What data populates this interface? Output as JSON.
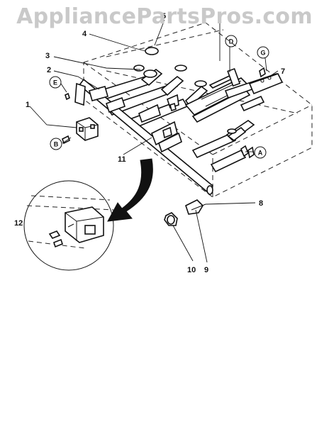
{
  "watermark": {
    "text": "AppliancePartsPros.com"
  },
  "callouts": {
    "c1": "1",
    "c2": "2",
    "c3": "3",
    "c4": "4",
    "c5": "5",
    "c7": "7",
    "c8": "8",
    "c9": "9",
    "c10": "10",
    "c11": "11",
    "c12": "12"
  },
  "circled_refs": {
    "a": "A",
    "b": "B",
    "d": "D",
    "e": "E",
    "g": "G"
  },
  "colors": {
    "line": "#111111",
    "watermark": "#c9c9c9",
    "background": "#ffffff"
  }
}
